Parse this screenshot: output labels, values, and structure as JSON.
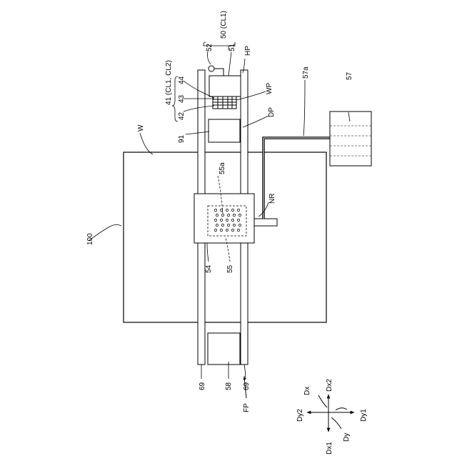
{
  "labels": {
    "l100": "100",
    "lW": "W",
    "l50": "50 (CL1)",
    "l52": "52",
    "l51": "51",
    "lHP": "HP",
    "l41": "41 (CL1, CL2)",
    "l44": "44",
    "l43": "43",
    "l42": "42",
    "lWP": "WP",
    "lDP": "DP",
    "l91": "91",
    "l57a": "57a",
    "l57": "57",
    "l55a": "55a",
    "lNR": "NR",
    "l54": "54",
    "l55": "55",
    "l69a": "69",
    "l58": "58",
    "l69b": "69",
    "lFP": "FP",
    "lDx": "Dx",
    "lDx2": "Dx2",
    "lDy2": "Dy2",
    "lDy1": "Dy1",
    "lDx1": "Dx1",
    "lDy": "Dy"
  }
}
